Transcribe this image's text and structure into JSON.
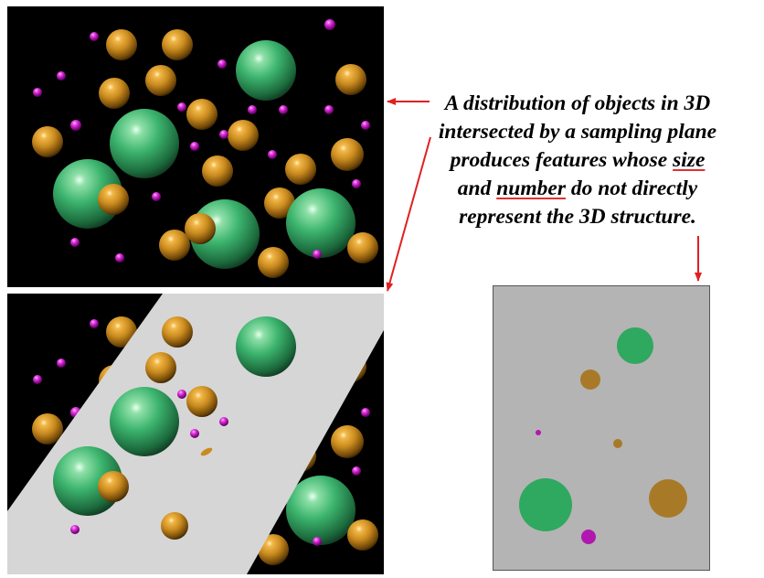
{
  "caption": {
    "line1": "A distribution of objects in 3D",
    "line2": "intersected by a sampling plane",
    "line3_before": "produces features whose ",
    "line3_size": "size",
    "line4_before": "and ",
    "line4_number": "number",
    "line4_after": " do not directly",
    "line5": "represent the 3D structure."
  },
  "colors": {
    "background_3d": "#000000",
    "large_sphere": "#3fb472",
    "medium_sphere": "#c98a1e",
    "small_sphere": "#c61fc6",
    "sampling_plane": "#d4d4d4",
    "section_background": "#b4b4b4",
    "arrow": "#e02020"
  }
}
